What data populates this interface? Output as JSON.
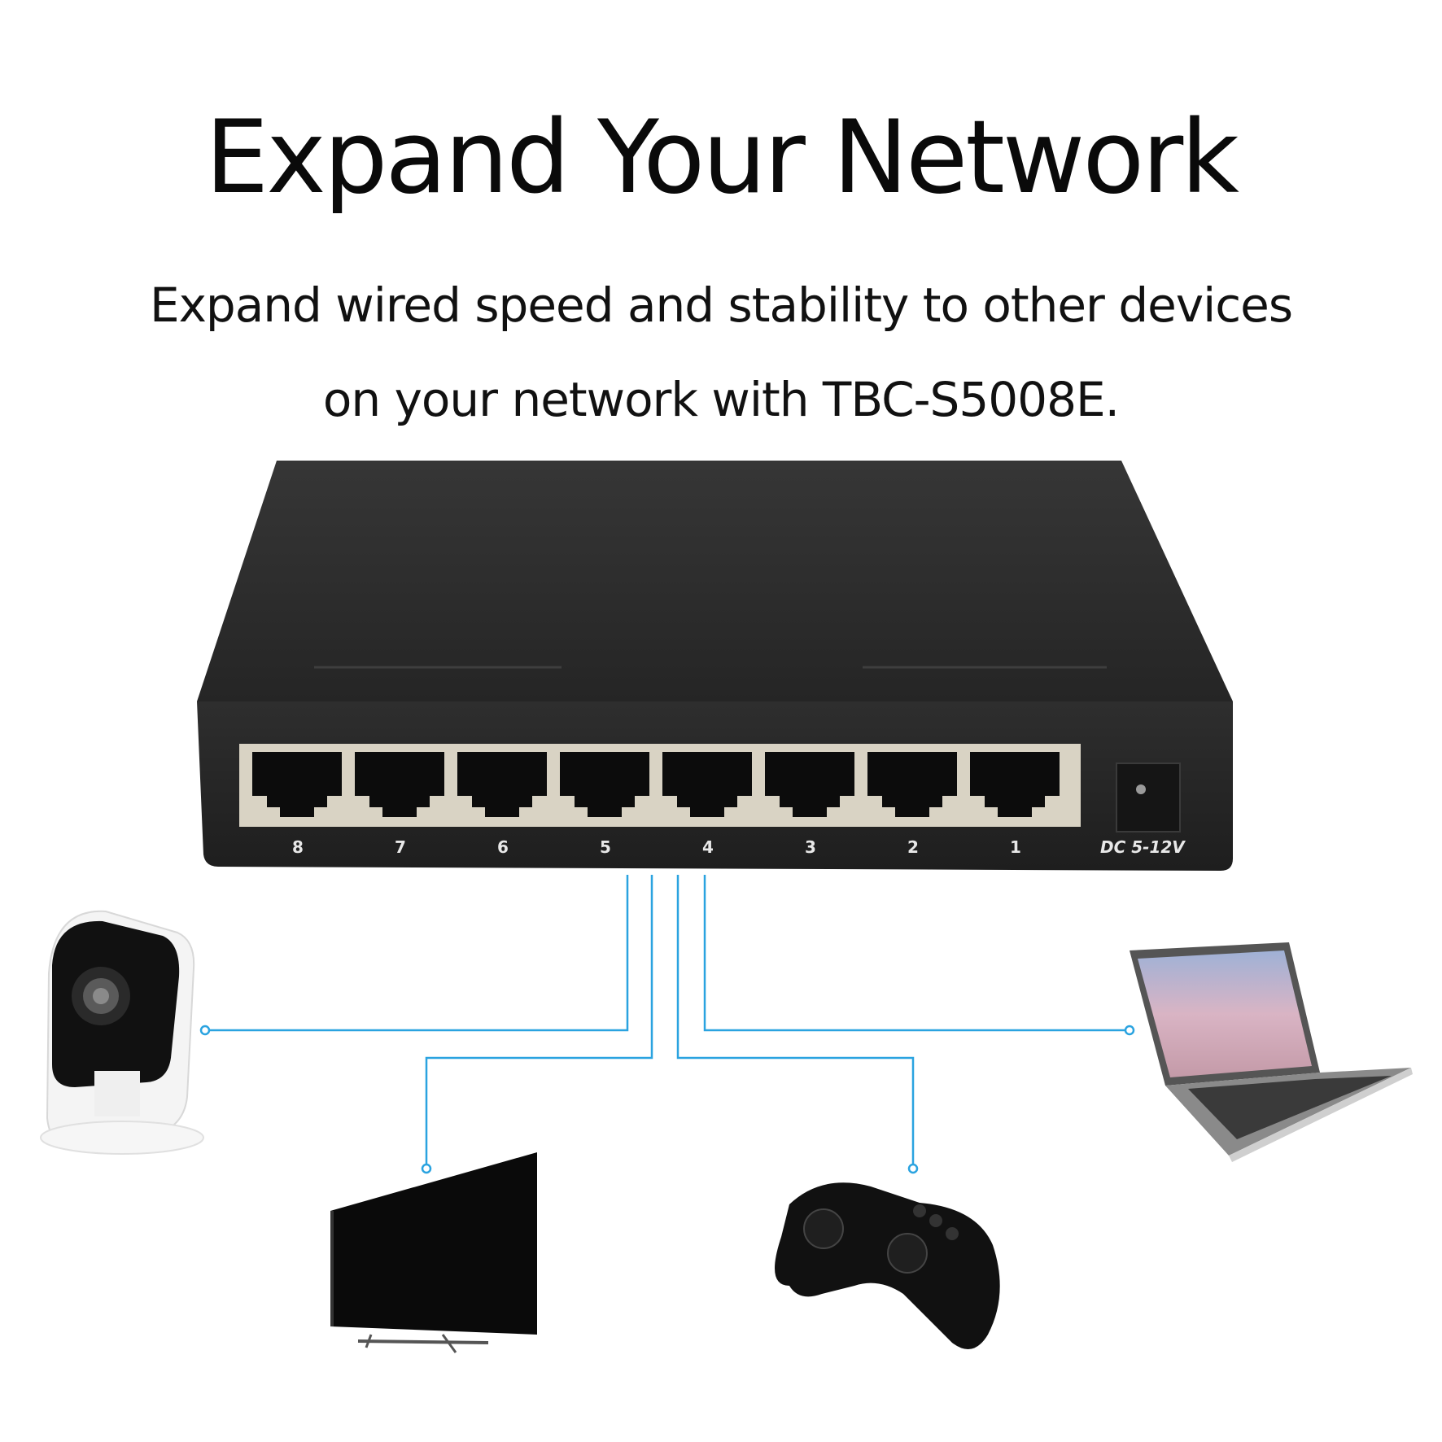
{
  "headline": "Expand Your Network",
  "subtitle_line1": "Expand wired speed and stability to other devices",
  "subtitle_line2": "on your network with TBC-S5008E.",
  "switch": {
    "ports": [
      "8",
      "7",
      "6",
      "5",
      "4",
      "3",
      "2",
      "1"
    ],
    "power_label": "DC 5-12V"
  },
  "devices": [
    "camera-icon",
    "tv-icon",
    "gamepad-icon",
    "laptop-icon"
  ],
  "colors": {
    "cable": "#2aa3e0",
    "switch_body": "#2c2c2c",
    "port_frame": "#d9d3c4"
  }
}
